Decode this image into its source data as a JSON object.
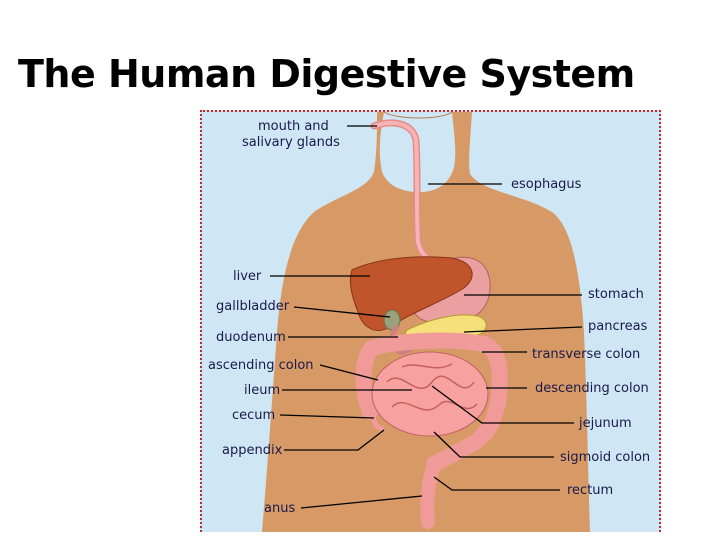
{
  "title": "The Human Digestive System",
  "labels": {
    "mouth_line1": "mouth and",
    "mouth_line2": "salivary glands",
    "esophagus": "esophagus",
    "liver": "liver",
    "stomach": "stomach",
    "gallbladder": "gallbladder",
    "pancreas": "pancreas",
    "duodenum": "duodenum",
    "transverse_colon": "transverse colon",
    "ascending_colon": "ascending colon",
    "descending_colon": "descending colon",
    "ileum": "ileum",
    "jejunum": "jejunum",
    "cecum": "cecum",
    "sigmoid_colon": "sigmoid colon",
    "appendix": "appendix",
    "rectum": "rectum",
    "anus": "anus"
  },
  "colors": {
    "background": "#cfe6f5",
    "skin": "#d79a66",
    "intestine": "#f7a1a1",
    "liver": "#c0552b",
    "pancreas": "#f5e07a",
    "esophagus": "#f2a7a7",
    "border": "#c62828"
  }
}
